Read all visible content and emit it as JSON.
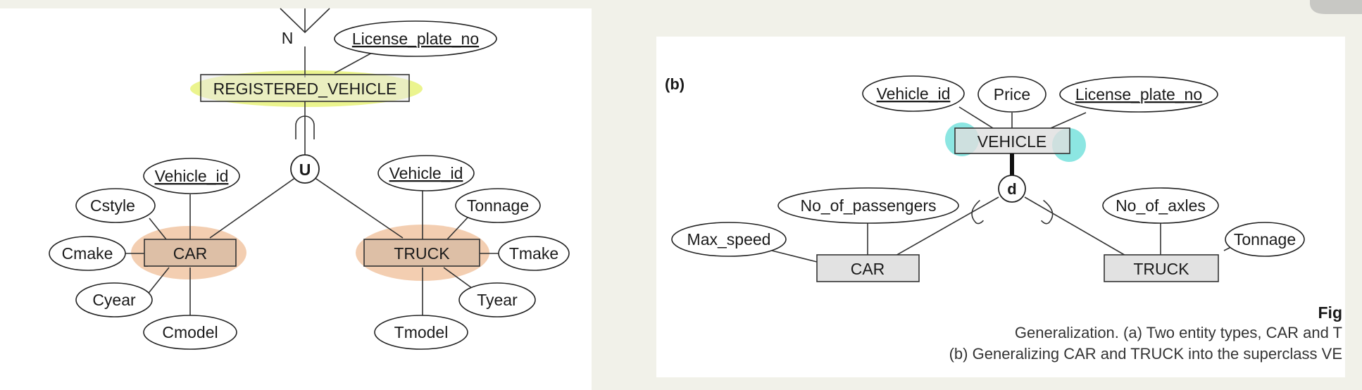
{
  "diagram_a": {
    "cardinality": "N",
    "union_symbol": "U",
    "superclass": {
      "label": "REGISTERED_VEHICLE",
      "highlight": "#e8f27a",
      "fill": "#e9e9e9"
    },
    "superclass_attr": "License_plate_no",
    "car": {
      "label": "CAR",
      "fill": "#ddbfa6",
      "highlight": "#f2c9a8",
      "attrs": {
        "key": "Vehicle_id",
        "style": "Cstyle",
        "make": "Cmake",
        "year": "Cyear",
        "model": "Cmodel"
      }
    },
    "truck": {
      "label": "TRUCK",
      "fill": "#ddbfa6",
      "highlight": "#f2c9a8",
      "attrs": {
        "key": "Vehicle_id",
        "tonnage": "Tonnage",
        "make": "Tmake",
        "year": "Tyear",
        "model": "Tmodel"
      }
    }
  },
  "diagram_b": {
    "label": "(b)",
    "superclass": {
      "label": "VEHICLE",
      "highlight": "#7fe3df",
      "fill": "#dedede"
    },
    "superclass_attrs": {
      "key": "Vehicle_id",
      "price": "Price",
      "plate": "License_plate_no"
    },
    "disjoint_symbol": "d",
    "car": {
      "label": "CAR",
      "fill": "#e2e2e2",
      "attrs": {
        "speed": "Max_speed",
        "passengers": "No_of_passengers"
      }
    },
    "truck": {
      "label": "TRUCK",
      "fill": "#e2e2e2",
      "attrs": {
        "axles": "No_of_axles",
        "tonnage": "Tonnage"
      }
    }
  },
  "caption": {
    "fig": "Fig",
    "line1": "Generalization. (a) Two entity types, CAR and T",
    "line2": "(b) Generalizing CAR and TRUCK into the superclass VE"
  }
}
